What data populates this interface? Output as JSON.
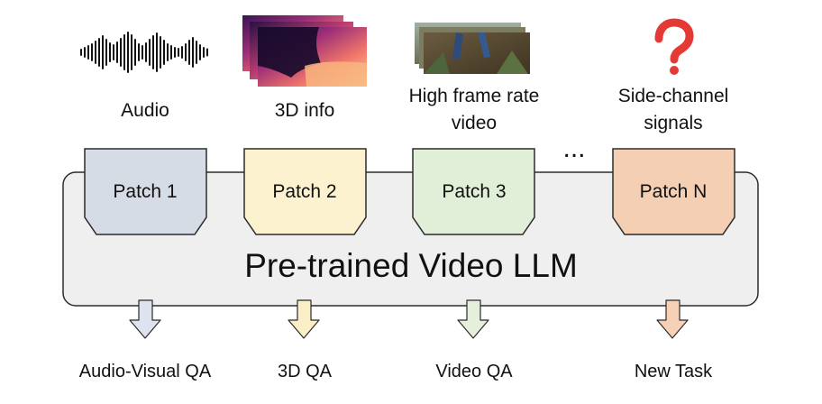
{
  "diagram": {
    "main_title": "Pre-trained Video LLM",
    "ellipsis": "...",
    "inputs": [
      {
        "label": "Audio",
        "visual": "audio-waveform-icon"
      },
      {
        "label": "3D info",
        "visual": "depth-map-thumbnail"
      },
      {
        "label_lines": [
          "High frame rate",
          "video"
        ],
        "visual": "video-frames-thumbnail"
      },
      {
        "label_lines": [
          "Side-channel",
          "signals"
        ],
        "visual": "question-mark-icon",
        "visual_color": "#e53935"
      }
    ],
    "patches": [
      {
        "label": "Patch 1",
        "fill": "#d6dce6",
        "arrow_fill": "#dde4ef"
      },
      {
        "label": "Patch 2",
        "fill": "#fcf2cf",
        "arrow_fill": "#fbefc7"
      },
      {
        "label": "Patch 3",
        "fill": "#e1efd9",
        "arrow_fill": "#e4f0dc"
      },
      {
        "label": "Patch N",
        "fill": "#f4cfb4",
        "arrow_fill": "#f6d1b5"
      }
    ],
    "outputs": [
      {
        "label": "Audio-Visual QA"
      },
      {
        "label": "3D QA"
      },
      {
        "label": "Video QA"
      },
      {
        "label": "New Task"
      }
    ],
    "colors": {
      "llm_box_fill": "#efefef",
      "stroke": "#2b2b2b"
    }
  }
}
